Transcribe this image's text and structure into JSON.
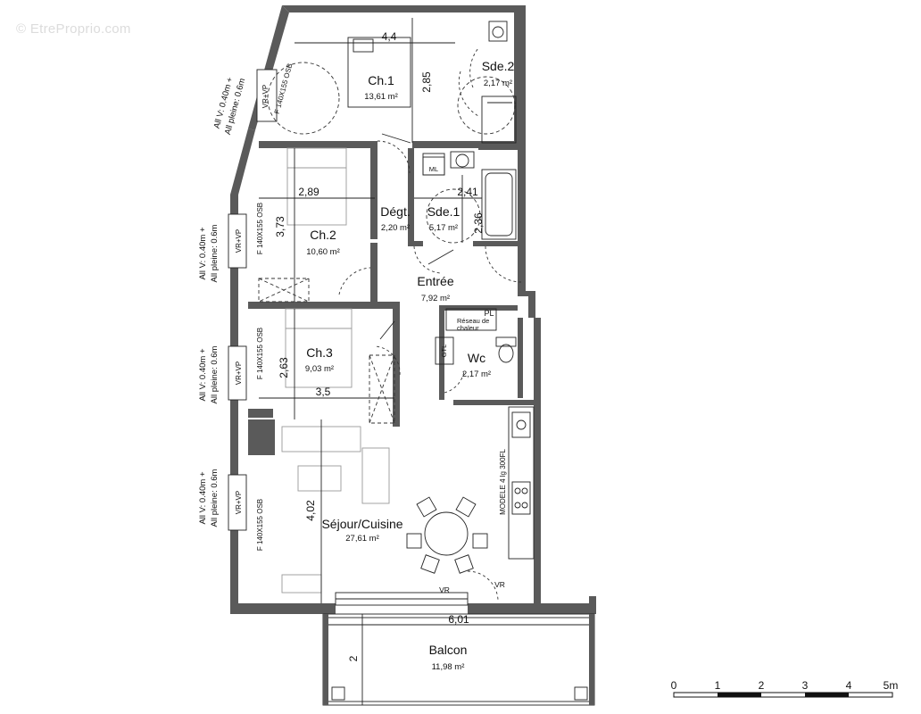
{
  "watermark": "© EtreProprio.com",
  "rooms": {
    "ch1": {
      "name": "Ch.1",
      "area": "13,61 m²"
    },
    "sde2": {
      "name": "Sde.2",
      "area": "2,17 m²"
    },
    "ch2": {
      "name": "Ch.2",
      "area": "10,60 m²"
    },
    "degt": {
      "name": "Dégt.",
      "area": "2,20 m²"
    },
    "sde1": {
      "name": "Sde.1",
      "area": "5,17 m²"
    },
    "entree": {
      "name": "Entrée",
      "area": "7,92 m²"
    },
    "ch3": {
      "name": "Ch.3",
      "area": "9,03 m²"
    },
    "wc": {
      "name": "Wc",
      "area": "2,17 m²"
    },
    "sejour": {
      "name": "Séjour/Cuisine",
      "area": "27,61 m²"
    },
    "balcon": {
      "name": "Balcon",
      "area": "11,98 m²"
    }
  },
  "dimensions": {
    "ch1_width": "4,4",
    "ch1_depth": "2,85",
    "ch2_width": "2,89",
    "ch2_depth": "3,73",
    "sde1_width": "2,41",
    "sde1_depth": "2,36",
    "ch3_width": "3,5",
    "ch3_depth": "2,63",
    "sejour_depth": "4,02",
    "balcon_width": "6,01",
    "balcon_depth": "2"
  },
  "labels": {
    "ml": "ML",
    "pl": "PL",
    "gtl": "GTL",
    "vr": "VR",
    "reseau_line1": "Réseau de",
    "reseau_line2": "chaleur",
    "kitchen_model": "MODELE 4  lg 300FL"
  },
  "windows": {
    "ch1": {
      "vr": "VR+VP",
      "size": "F 140X155 OSB",
      "note1": "All V: 0.40m +",
      "note2": "All pleine: 0.6m"
    },
    "ch2": {
      "vr": "VR+VP",
      "size": "F 140X155 OSB",
      "note1": "All V: 0.40m +",
      "note2": "All pleine: 0.6m"
    },
    "ch3": {
      "vr": "VR+VP",
      "size": "F 140X155 OSB",
      "note1": "All V: 0.40m +",
      "note2": "All pleine: 0.6m"
    },
    "sejour": {
      "vr": "VR+VP",
      "size": "F 140X155 OSB",
      "note1": "All V: 0.40m +",
      "note2": "All pleine: 0.6m"
    }
  },
  "scale": {
    "ticks": [
      "0",
      "1",
      "2",
      "3",
      "4",
      "5m"
    ]
  }
}
